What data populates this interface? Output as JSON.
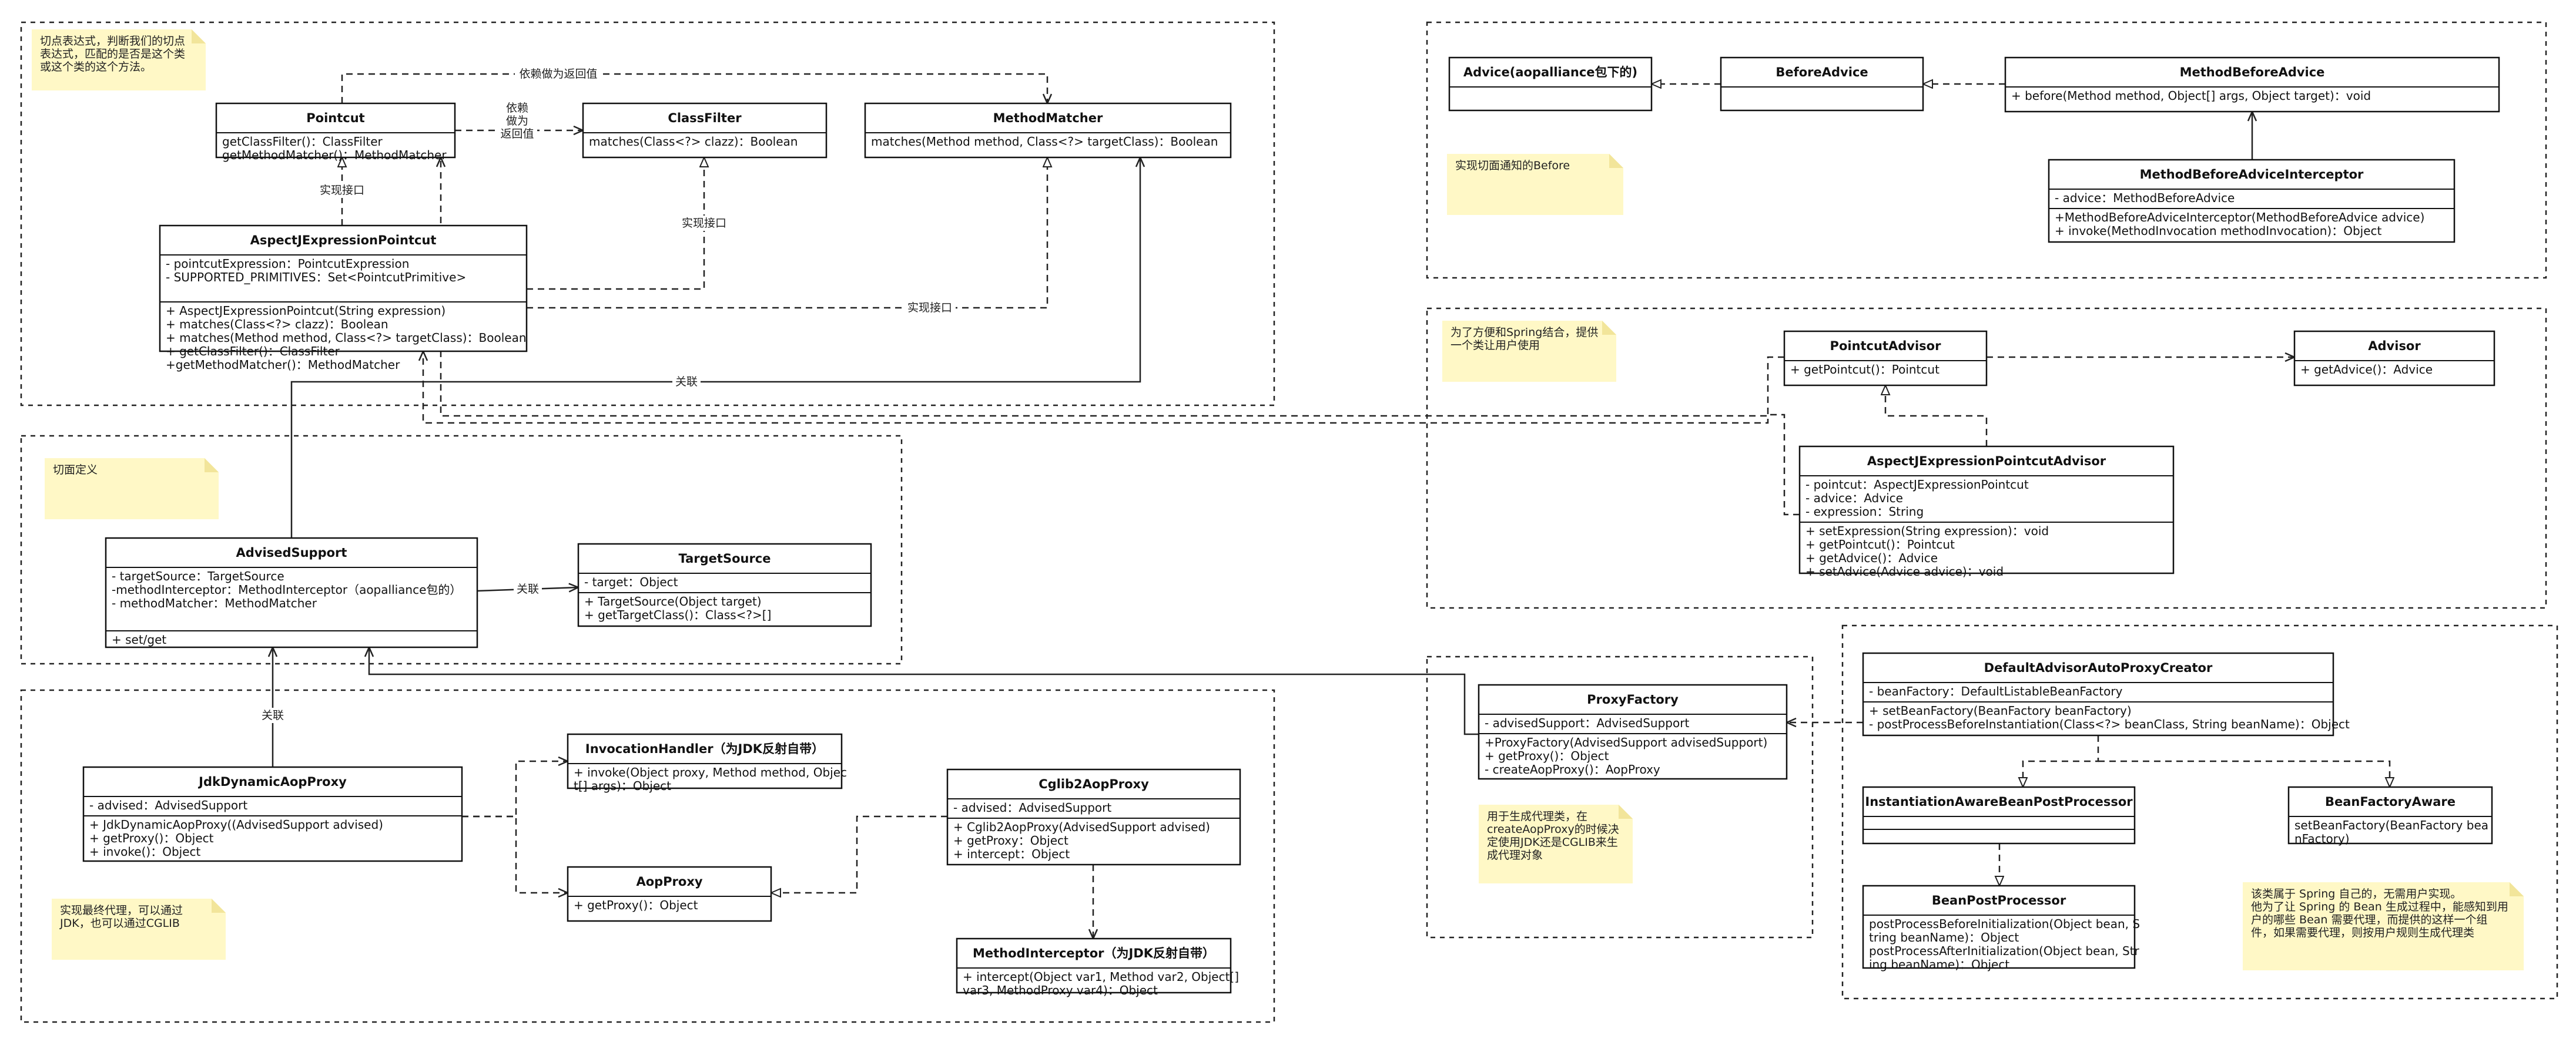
{
  "classes": {
    "pointcut": {
      "title": "Pointcut",
      "attrs": [],
      "ops": [
        "getClassFilter()：ClassFilter",
        "getMethodMatcher()：MethodMatcher"
      ]
    },
    "classfilter": {
      "title": "ClassFilter",
      "attrs": [],
      "ops": [
        "matches(Class<?> clazz)：Boolean"
      ]
    },
    "methodmatcher": {
      "title": "MethodMatcher",
      "attrs": [],
      "ops": [
        "matches(Method method, Class<?> targetClass)：Boolean"
      ]
    },
    "aspectjpointcut": {
      "title": "AspectJExpressionPointcut",
      "attrs": [
        "- pointcutExpression：PointcutExpression",
        "- SUPPORTED_PRIMITIVES：Set<PointcutPrimitive>"
      ],
      "ops": [
        "+ AspectJExpressionPointcut(String expression)",
        "+ matches(Class<?> clazz)：Boolean",
        "+ matches(Method method, Class<?> targetClass)：Boolean",
        "+ getClassFilter()：ClassFilter",
        "+getMethodMatcher()：MethodMatcher"
      ]
    },
    "advisedsupport": {
      "title": "AdvisedSupport",
      "attrs": [
        "- targetSource：TargetSource",
        "-methodInterceptor：MethodInterceptor（aopalliance包的）",
        "- methodMatcher：MethodMatcher"
      ],
      "ops": [
        "+ set/get"
      ]
    },
    "targetsource": {
      "title": "TargetSource",
      "attrs": [
        "- target：Object"
      ],
      "ops": [
        "+ TargetSource(Object target)",
        "+ getTargetClass()：Class<?>[]"
      ]
    },
    "jdkproxy": {
      "title": "JdkDynamicAopProxy",
      "attrs": [
        "- advised：AdvisedSupport"
      ],
      "ops": [
        "+ JdkDynamicAopProxy((AdvisedSupport advised)",
        "+ getProxy()：Object",
        "+ invoke()：Object"
      ]
    },
    "invocationhandler": {
      "title": "InvocationHandler（为JDK反射自带）",
      "attrs": [],
      "ops": [
        "+ invoke(Object proxy, Method method, Objec",
        "t[] args)：Object"
      ]
    },
    "aopproxy": {
      "title": "AopProxy",
      "attrs": [],
      "ops": [
        "+ getProxy()：Object"
      ]
    },
    "cglibproxy": {
      "title": "Cglib2AopProxy",
      "attrs": [
        "- advised：AdvisedSupport"
      ],
      "ops": [
        "+ Cglib2AopProxy(AdvisedSupport advised)",
        "+ getProxy：Object",
        "+ intercept：Object"
      ]
    },
    "methodinterceptor": {
      "title": "MethodInterceptor（为JDK反射自带）",
      "attrs": [],
      "ops": [
        "+ intercept(Object var1, Method var2, Object[]",
        "var3, MethodProxy var4)：Object"
      ]
    },
    "advice": {
      "title": "Advice(aopalliance包下的)",
      "attrs": [],
      "ops": []
    },
    "beforeadvice": {
      "title": "BeforeAdvice",
      "attrs": [],
      "ops": []
    },
    "methodbeforeadvice": {
      "title": "MethodBeforeAdvice",
      "attrs": [],
      "ops": [
        "+ before(Method method, Object[] args, Object target)：void"
      ]
    },
    "mbainterceptor": {
      "title": "MethodBeforeAdviceInterceptor",
      "attrs": [
        "- advice：MethodBeforeAdvice"
      ],
      "ops": [
        "+MethodBeforeAdviceInterceptor(MethodBeforeAdvice advice)",
        "+ invoke(MethodInvocation methodInvocation)：Object"
      ]
    },
    "pointcutadvisor": {
      "title": "PointcutAdvisor",
      "attrs": [],
      "ops": [
        "+ getPointcut()：Pointcut"
      ]
    },
    "advisor": {
      "title": "Advisor",
      "attrs": [],
      "ops": [
        "+ getAdvice()：Advice"
      ]
    },
    "aspectjadvisor": {
      "title": "AspectJExpressionPointcutAdvisor",
      "attrs": [
        "- pointcut：AspectJExpressionPointcut",
        "- advice：Advice",
        "- expression：String"
      ],
      "ops": [
        "+ setExpression(String expression)：void",
        "+ getPointcut()：Pointcut",
        "+ getAdvice()：Advice",
        "+ setAdvice(Advice advice)：void"
      ]
    },
    "proxyfactory": {
      "title": "ProxyFactory",
      "attrs": [
        "- advisedSupport：AdvisedSupport"
      ],
      "ops": [
        "+ProxyFactory(AdvisedSupport advisedSupport)",
        "+ getProxy()：Object",
        "- createAopProxy()：AopProxy"
      ]
    },
    "autoproxycreator": {
      "title": "DefaultAdvisorAutoProxyCreator",
      "attrs": [
        "- beanFactory：DefaultListableBeanFactory"
      ],
      "ops": [
        "+ setBeanFactory(BeanFactory beanFactory)",
        "- postProcessBeforeInstantiation(Class<?> beanClass, String beanName)：Object"
      ]
    },
    "iabpp": {
      "title": "InstantiationAwareBeanPostProcessor",
      "attrs": [],
      "ops": []
    },
    "bfaware": {
      "title": "BeanFactoryAware",
      "attrs": [],
      "ops": [
        "setBeanFactory(BeanFactory bea",
        "nFactory)"
      ]
    },
    "bpp": {
      "title": "BeanPostProcessor",
      "attrs": [],
      "ops": [
        "postProcessBeforeInitialization(Object bean, S",
        "tring beanName)：Object",
        "postProcessAfterInitialization(Object bean, Str",
        "ing beanName)：Object"
      ]
    }
  },
  "notes": {
    "pointcut_note": [
      "切点表达式，判断我们的切点",
      "表达式，匹配的是否是这个类",
      "或这个类的这个方法。"
    ],
    "aspect_note": [
      "切面定义"
    ],
    "proxy_note": [
      "实现最终代理，可以通过",
      "JDK，也可以通过CGLIB"
    ],
    "before_note": [
      "实现切面通知的Before"
    ],
    "advisor_note": [
      "为了方便和Spring结合，提供",
      "一个类让用户使用"
    ],
    "factory_note": [
      "用于生成代理类，在",
      "createAopProxy的时候决",
      "定使用JDK还是CGLIB来生",
      "成代理对象"
    ],
    "creator_note": [
      "该类属于 Spring 自己的，无需用户实现。",
      "他为了让 Spring 的 Bean 生成过程中，能感知到用",
      "户的哪些 Bean 需要代理，而提供的这样一个组",
      "件，如果需要代理，则按用户规则生成代理类"
    ]
  },
  "edge_labels": {
    "depends_return_top": "依赖做为返回值",
    "depends_return_mid": [
      "依赖",
      "做为",
      "返回值"
    ],
    "impl_pointcut": "实现接口",
    "impl_classfilter": "实现接口",
    "impl_methodmatcher": "实现接口",
    "assoc_advised_matcher": "关联",
    "assoc_targetsource": "关联",
    "assoc_jdk": "关联"
  },
  "colors": {
    "note_bg": "#fff8c6",
    "note_fold": "#f2e59a",
    "line": "#222222",
    "frame": "#222222"
  }
}
